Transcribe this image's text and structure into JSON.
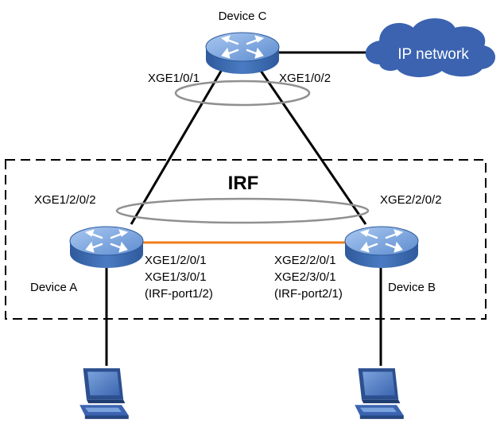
{
  "devices": {
    "c": {
      "name": "Device C",
      "port_left": "XGE1/0/1",
      "port_right": "XGE1/0/2"
    },
    "a": {
      "name": "Device A",
      "port_uplink": "XGE1/2/0/2",
      "port_irf_1": "XGE1/2/0/1",
      "port_irf_2": "XGE1/3/0/1",
      "irf_port": "(IRF-port1/2)"
    },
    "b": {
      "name": "Device B",
      "port_uplink": "XGE2/2/0/2",
      "port_irf_1": "XGE2/2/0/1",
      "port_irf_2": "XGE2/3/0/1",
      "irf_port": "(IRF-port2/1)"
    }
  },
  "irf": {
    "label": "IRF"
  },
  "cloud": {
    "label": "IP network"
  },
  "colors": {
    "device_body": "#3f6fb5",
    "device_top": "#7ea7dc",
    "irf_link": "#f07c1e",
    "cloud": "#3b63b0",
    "aggregation_ring": "#909090"
  }
}
